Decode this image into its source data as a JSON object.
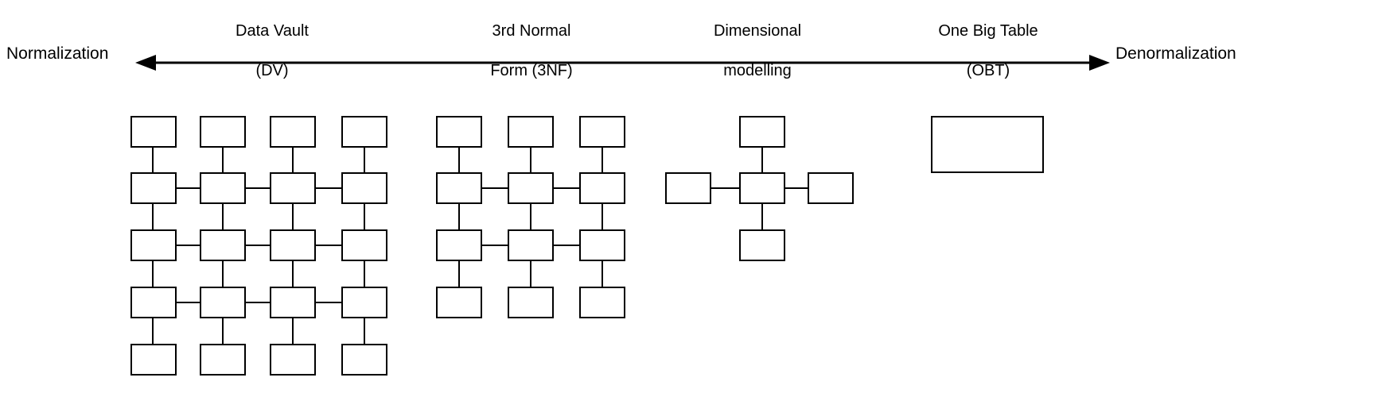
{
  "axis": {
    "left_label": "Normalization",
    "right_label": "Denormalization",
    "arrow_style": "double-headed-horizontal",
    "arrow_color": "#000000"
  },
  "stages": [
    {
      "id": "data-vault",
      "line1": "Data Vault",
      "line2": "(DV)"
    },
    {
      "id": "third-normal-form",
      "line1": "3rd Normal",
      "line2": "Form (3NF)"
    },
    {
      "id": "dimensional-modelling",
      "line1": "Dimensional",
      "line2": "modelling"
    },
    {
      "id": "one-big-table",
      "line1": "One Big Table",
      "line2": "(OBT)"
    }
  ],
  "diagrams": {
    "data_vault": {
      "name": "Data Vault grid",
      "columns": 4,
      "rows": 5,
      "box_count": 20
    },
    "third_normal_form": {
      "name": "3NF grid",
      "columns": 3,
      "rows": 4,
      "box_count": 12
    },
    "dimensional_modelling": {
      "name": "Star schema",
      "box_count": 5,
      "satellites": [
        "top",
        "left",
        "right",
        "bottom"
      ]
    },
    "one_big_table": {
      "name": "Single wide table",
      "box_count": 1
    }
  },
  "style": {
    "stroke": "#000000",
    "fill": "#ffffff",
    "stroke_width": "2px"
  }
}
